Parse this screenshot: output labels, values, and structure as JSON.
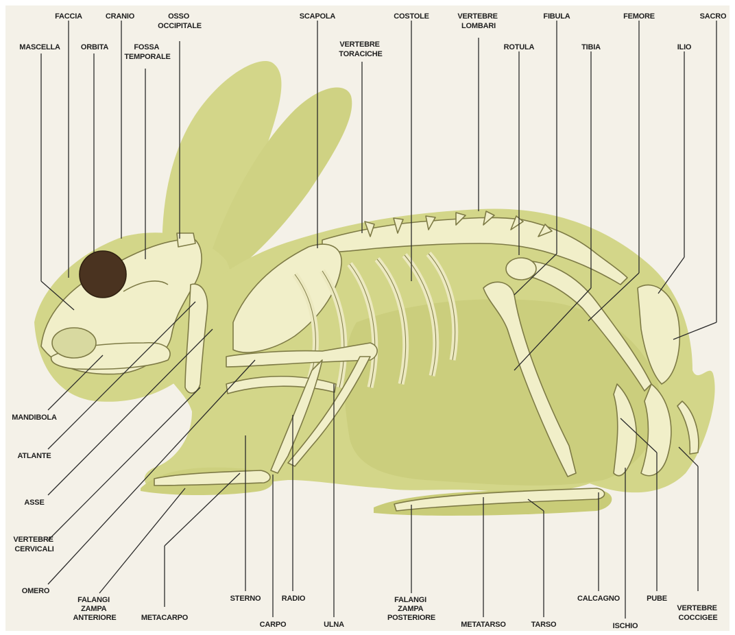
{
  "colors": {
    "paper": "#f4f1e8",
    "silhouette": "#d3d689",
    "silhouette_dark": "#c2c66e",
    "bone": "#f1efc9",
    "bone_outline": "#7d7a45",
    "eye": "#4a3320",
    "leader": "#2a2a2a"
  },
  "labels": {
    "faccia": "FACCIA",
    "cranio": "CRANIO",
    "osso_occipitale": [
      "OSSO",
      "OCCIPITALE"
    ],
    "mascella": "MASCELLA",
    "orbita": "ORBITA",
    "fossa_temporale": [
      "FOSSA",
      "TEMPORALE"
    ],
    "scapola": "SCAPOLA",
    "vertebre_toraciche": [
      "VERTEBRE",
      "TORACICHE"
    ],
    "costole": "COSTOLE",
    "vertebre_lombari": [
      "VERTEBRE",
      "LOMBARI"
    ],
    "rotula": "ROTULA",
    "fibula": "FIBULA",
    "tibia": "TIBIA",
    "femore": "FEMORE",
    "ilio": "ILIO",
    "sacro": "SACRO",
    "mandibola": "MANDIBOLA",
    "atlante": "ATLANTE",
    "asse": "ASSE",
    "vertebre_cervicali": [
      "VERTEBRE",
      "CERVICALI"
    ],
    "omero": "OMERO",
    "falangi_zampa_anteriore": [
      "FALANGI",
      "ZAMPA",
      "ANTERIORE"
    ],
    "metacarpo": "METACARPO",
    "sterno": "STERNO",
    "carpo": "CARPO",
    "radio": "RADIO",
    "ulna": "ULNA",
    "falangi_zampa_posteriore": [
      "FALANGI",
      "ZAMPA",
      "POSTERIORE"
    ],
    "metatarso": "METATARSO",
    "tarso": "TARSO",
    "calcagno": "CALCAGNO",
    "ischio": "ISCHIO",
    "pube": "PUBE",
    "vertebre_coccigee": [
      "VERTEBRE",
      "COCCIGEE"
    ]
  }
}
